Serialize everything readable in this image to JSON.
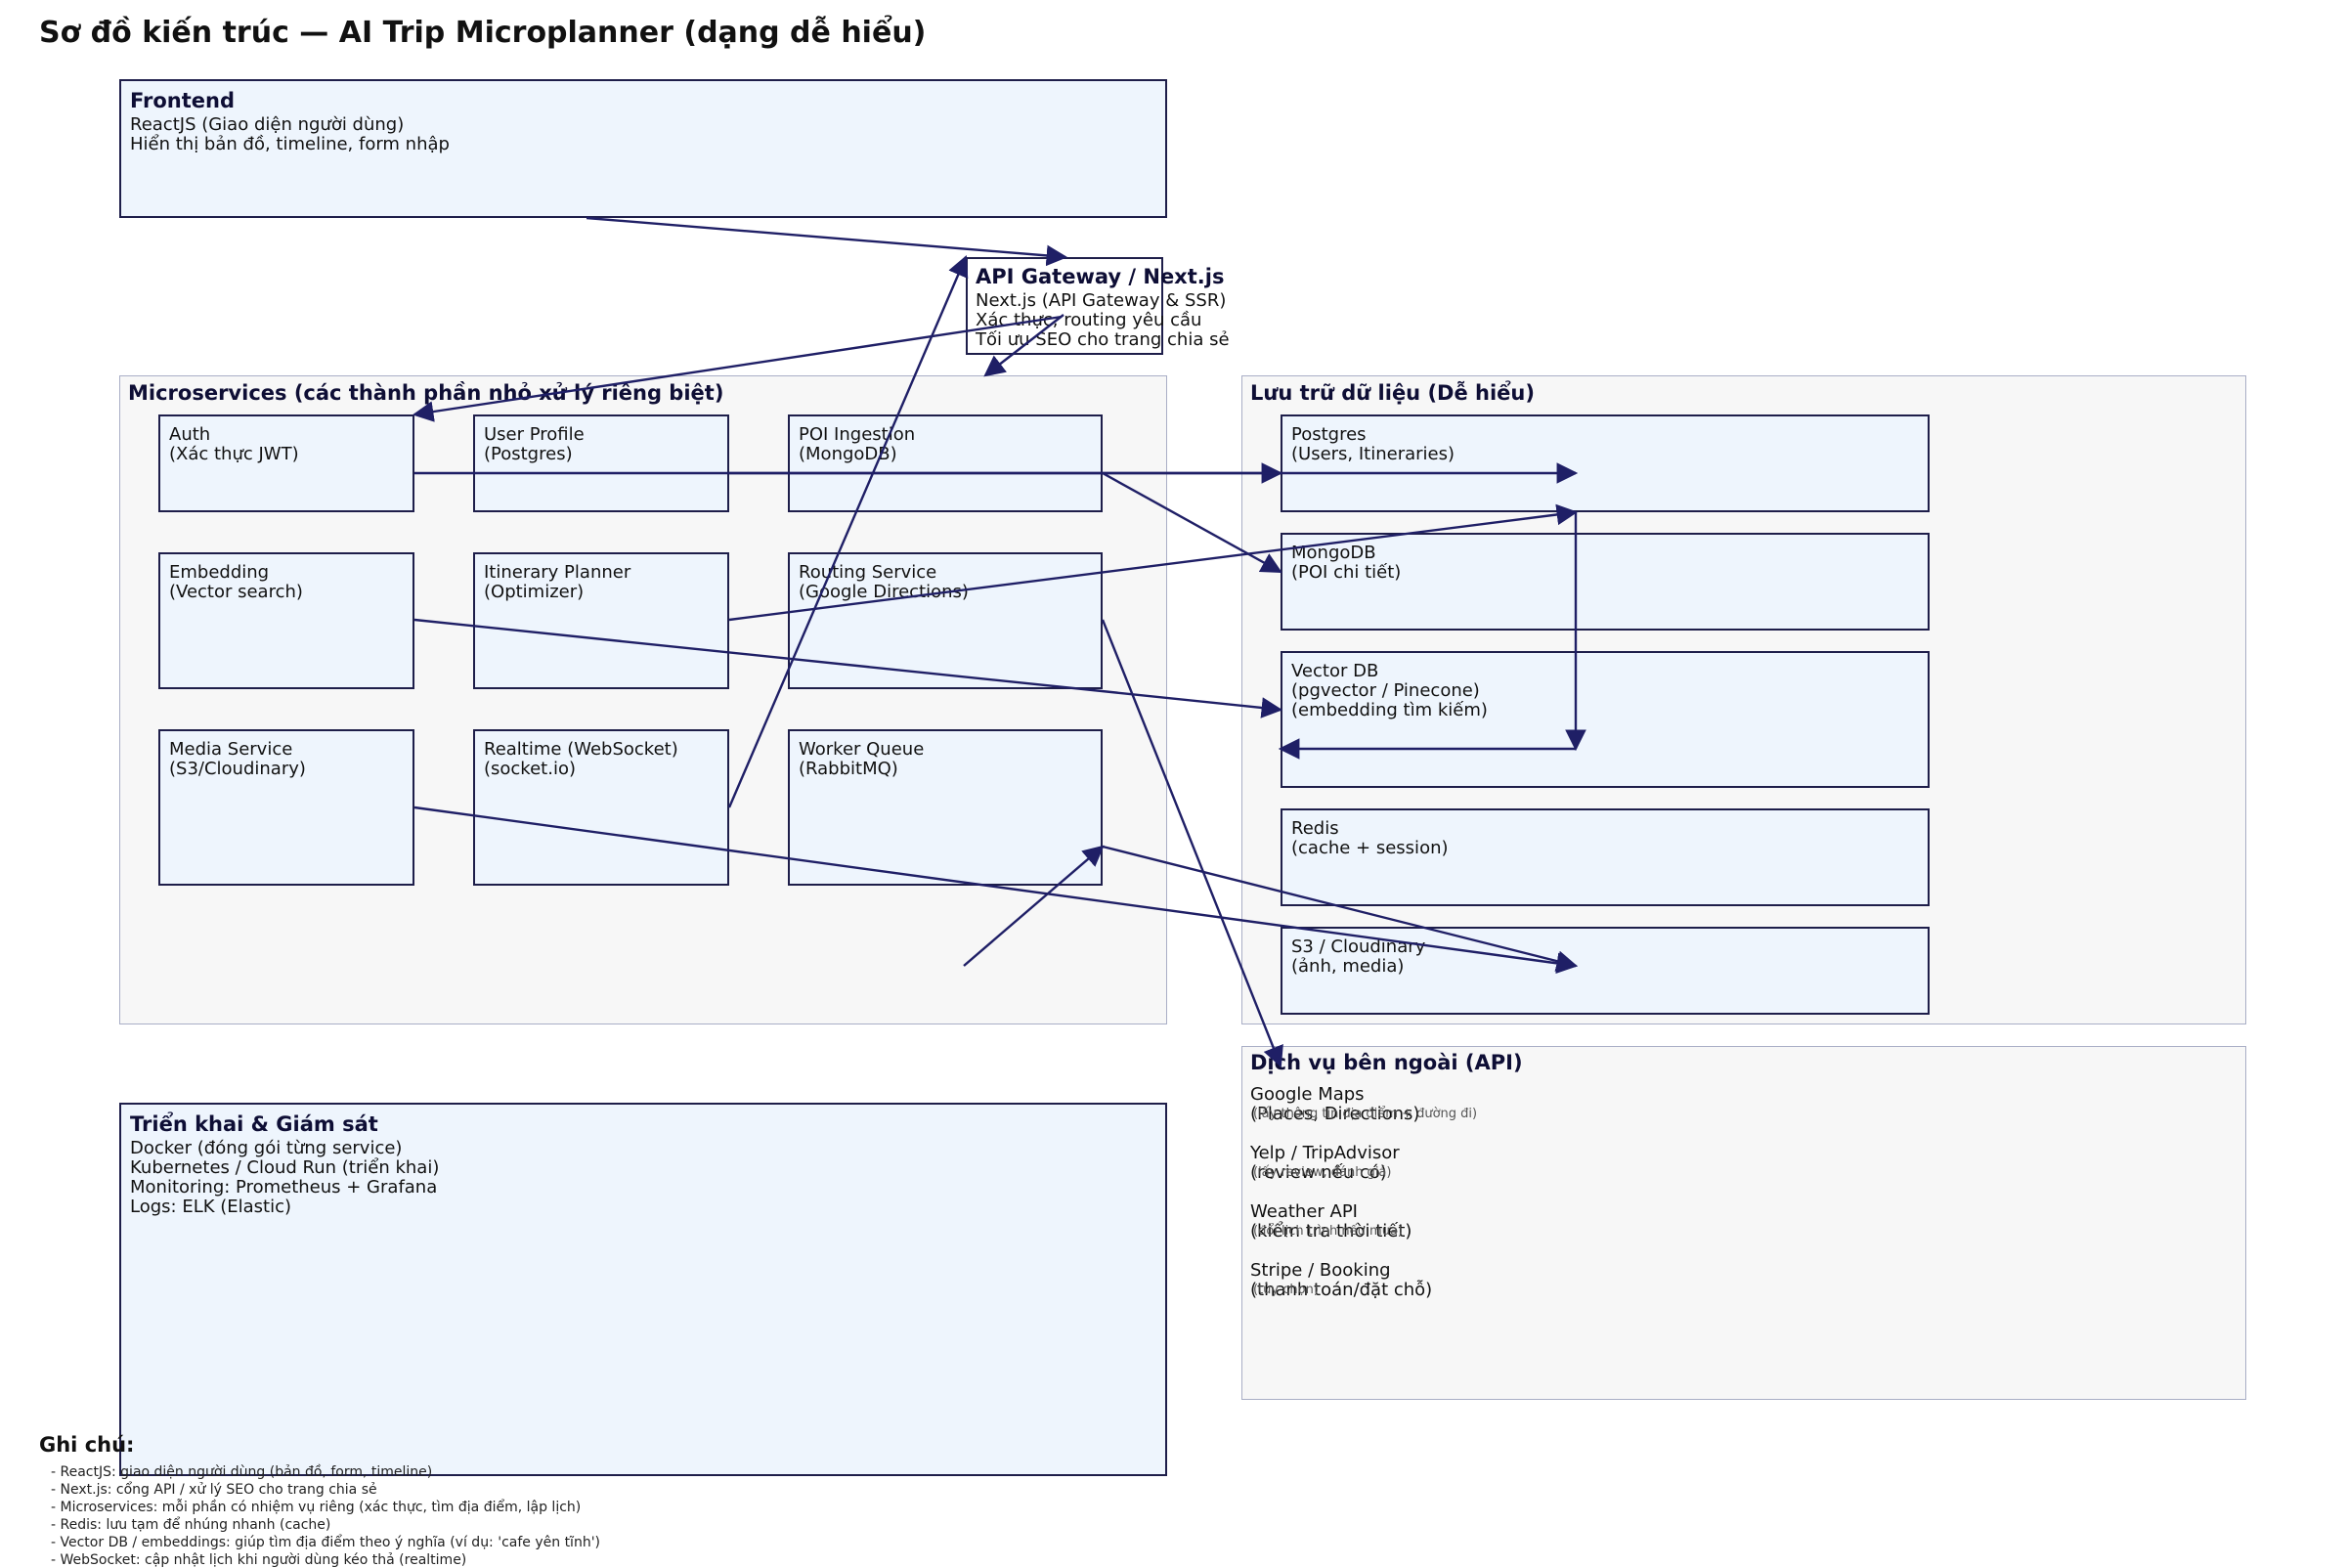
{
  "title": "Sơ đồ kiến trúc — AI Trip Microplanner (dạng dễ hiểu)",
  "frontend": {
    "heading": "Frontend",
    "lines": [
      "ReactJS (Giao diện người dùng)",
      "Hiển thị bản đồ, timeline, form nhập"
    ]
  },
  "gateway": {
    "heading": "API Gateway / Next.js",
    "lines": [
      "Next.js (API Gateway & SSR)",
      "Xác thực, routing yêu cầu",
      "Tối ưu SEO cho trang chia sẻ"
    ]
  },
  "microservices": {
    "heading": "Microservices (các thành phần nhỏ xử lý riêng biệt)",
    "services": [
      {
        "line1": "Auth",
        "line2": "(Xác thực JWT)"
      },
      {
        "line1": "User Profile",
        "line2": "(Postgres)"
      },
      {
        "line1": "POI Ingestion",
        "line2": "(MongoDB)"
      },
      {
        "line1": "Embedding",
        "line2": "(Vector search)"
      },
      {
        "line1": "Itinerary Planner",
        "line2": "(Optimizer)"
      },
      {
        "line1": "Routing Service",
        "line2": "(Google Directions)"
      },
      {
        "line1": "Media Service",
        "line2": "(S3/Cloudinary)"
      },
      {
        "line1": "Realtime (WebSocket)",
        "line2": "(socket.io)"
      },
      {
        "line1": "Worker Queue",
        "line2": "(RabbitMQ)"
      }
    ]
  },
  "storage": {
    "heading": "Lưu trữ dữ liệu (Dễ hiểu)",
    "items": [
      {
        "lines": [
          "Postgres",
          "(Users, Itineraries)"
        ]
      },
      {
        "lines": [
          "MongoDB",
          "(POI chi tiết)"
        ]
      },
      {
        "lines": [
          "Vector DB",
          "(pgvector / Pinecone)",
          "(embedding tìm kiếm)"
        ]
      },
      {
        "lines": [
          "Redis",
          "(cache + session)"
        ]
      },
      {
        "lines": [
          "S3 / Cloudinary",
          "(ảnh, media)"
        ]
      }
    ]
  },
  "external": {
    "heading": "Dịch vụ bên ngoài (API)",
    "items": [
      {
        "line1": "Google Maps",
        "line2": "(Places, Directions)",
        "note": "(lấy thông tin địa điểm + đường đi)"
      },
      {
        "line1": "Yelp / TripAdvisor",
        "line2": "(review nếu có)",
        "note": "(lấy review, đánh giá)"
      },
      {
        "line1": "Weather API",
        "line2": "(kiểm tra thời tiết)",
        "note": "(đổi lịch trình nếu mưa)"
      },
      {
        "line1": "Stripe / Booking",
        "line2": "(thanh toán/đặt chỗ)",
        "note": "(tùy chọn)"
      }
    ]
  },
  "deploy": {
    "heading": "Triển khai & Giám sát",
    "lines": [
      "Docker (đóng gói từng service)",
      "Kubernetes / Cloud Run (triển khai)",
      "Monitoring: Prometheus + Grafana",
      "Logs: ELK (Elastic)"
    ]
  },
  "notes": {
    "heading": "Ghi chú:",
    "lines": [
      "- ReactJS: giao diện người dùng (bản đồ, form, timeline)",
      "- Next.js: cổng API / xử lý SEO cho trang chia sẻ",
      "- Microservices: mỗi phần có nhiệm vụ riêng (xác thực, tìm địa điểm, lập lịch)",
      "- Redis: lưu tạm để nhúng nhanh (cache)",
      "- Vector DB / embeddings: giúp tìm địa điểm theo ý nghĩa (ví dụ: 'cafe yên tĩnh')",
      "- WebSocket: cập nhật lịch khi người dùng kéo thả (realtime)"
    ]
  },
  "colors": {
    "arrow": "#1f1f66",
    "box_fill": "#eef5fd",
    "panel_fill": "#f7f7f7"
  }
}
